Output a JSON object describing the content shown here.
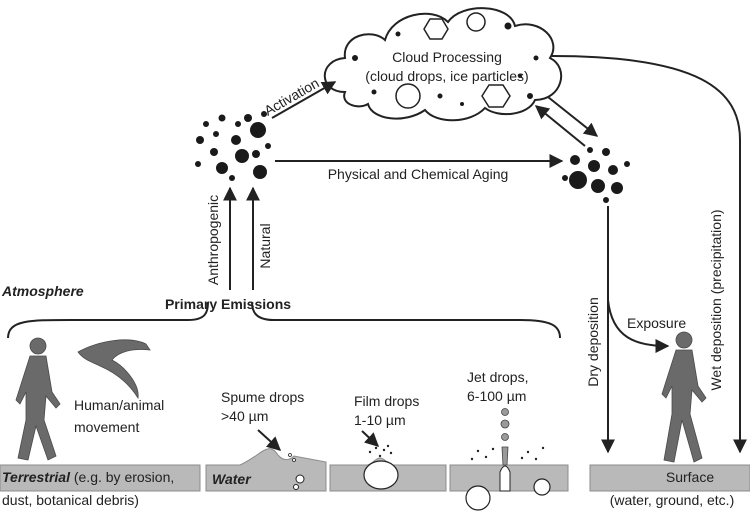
{
  "labels": {
    "cloud_title": "Cloud Processing",
    "cloud_sub": "(cloud drops, ice particles)",
    "activation": "Activation",
    "aging": "Physical and Chemical Aging",
    "anthropogenic": "Anthropogenic",
    "natural": "Natural",
    "atmosphere": "Atmosphere",
    "primary_emissions": "Primary Emissions",
    "exposure": "Exposure",
    "dry_deposition": "Dry deposition",
    "wet_deposition": "Wet deposition (precipitation)",
    "human_animal_1": "Human/animal",
    "human_animal_2": "movement",
    "spume_1": "Spume drops",
    "spume_2": ">40 µm",
    "film_1": "Film drops",
    "film_2": "1-10 µm",
    "jet_1": "Jet drops,",
    "jet_2": "6-100 µm",
    "terrestrial_b": "Terrestrial",
    "terrestrial_r": " (e.g. by erosion,",
    "terrestrial_2": "dust, botanical debris)",
    "water": "Water",
    "surface_1": "Surface",
    "surface_2": "(water, ground, etc.)"
  },
  "colors": {
    "ground": "#b9b9b9",
    "person": "#6a6a6a",
    "ink": "#222222"
  },
  "icons": [
    "cloud-shape",
    "hexagon-ice-crystal-icon",
    "aerosol-particle-cluster-icon",
    "walking-person-icon",
    "flying-bird-icon",
    "water-wave-icon"
  ]
}
